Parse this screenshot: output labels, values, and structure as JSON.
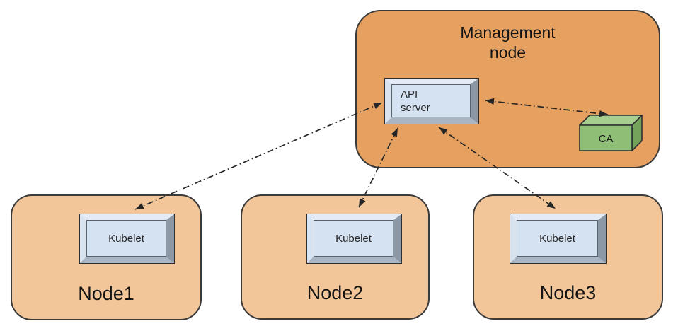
{
  "management_node": {
    "label": "Management node",
    "api_server": {
      "line1": "API",
      "line2": "server"
    },
    "ca": {
      "label": "CA"
    }
  },
  "nodes": [
    {
      "label": "Node1",
      "kubelet_label": "Kubelet"
    },
    {
      "label": "Node2",
      "kubelet_label": "Kubelet"
    },
    {
      "label": "Node3",
      "kubelet_label": "Kubelet"
    }
  ],
  "connections": [
    {
      "from": "API server",
      "to": "Kubelet (Node1)",
      "style": "dash-dot",
      "bidirectional": true
    },
    {
      "from": "API server",
      "to": "Kubelet (Node2)",
      "style": "dash-dot",
      "bidirectional": true
    },
    {
      "from": "API server",
      "to": "Kubelet (Node3)",
      "style": "dash-dot",
      "bidirectional": true
    },
    {
      "from": "API server",
      "to": "CA",
      "style": "dash-dot",
      "bidirectional": true
    }
  ],
  "colors": {
    "management_node_fill": "#E6A160",
    "worker_node_fill": "#F2C698",
    "component_box_fill": "#D5E2F2",
    "ca_front_fill": "#8FBE77",
    "ca_top_fill": "#A6CE8F",
    "ca_side_fill": "#74A35C",
    "border": "#3A3A3A",
    "arrow": "#262626",
    "text": "#1A1A1A"
  }
}
